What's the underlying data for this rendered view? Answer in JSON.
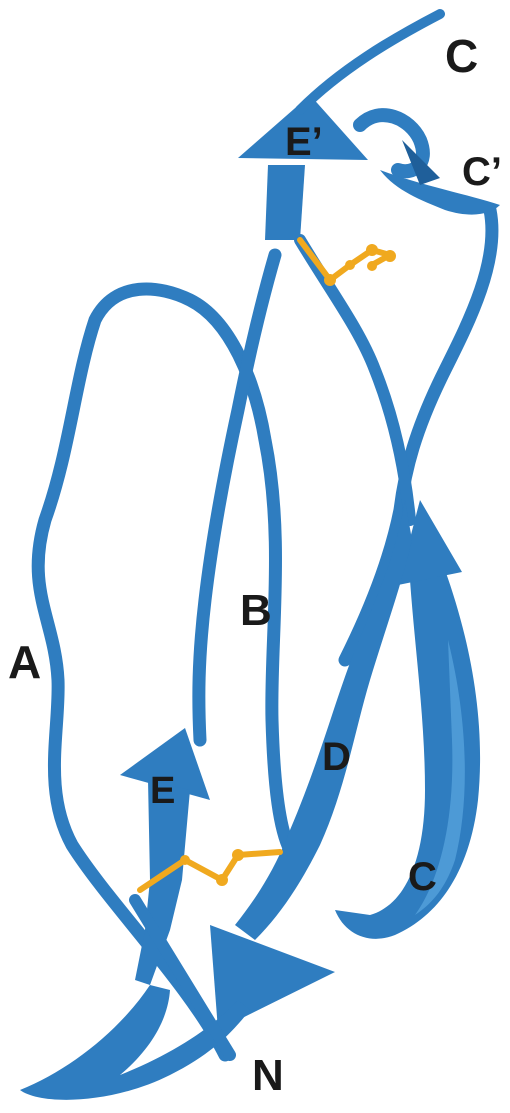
{
  "colors": {
    "ribbon": "#2f7dc0",
    "ribbon_dark": "#1f5f9a",
    "ribbon_light": "#4f9ad6",
    "disulfide": "#f0a91f",
    "disulfide_dark": "#d98a10",
    "label": "#1a1a1a"
  },
  "labels": {
    "c_top": "C",
    "e_prime": "E’",
    "c_prime": "C’",
    "b": "B",
    "a": "A",
    "d": "D",
    "e": "E",
    "c_lower": "C",
    "n": "N"
  }
}
